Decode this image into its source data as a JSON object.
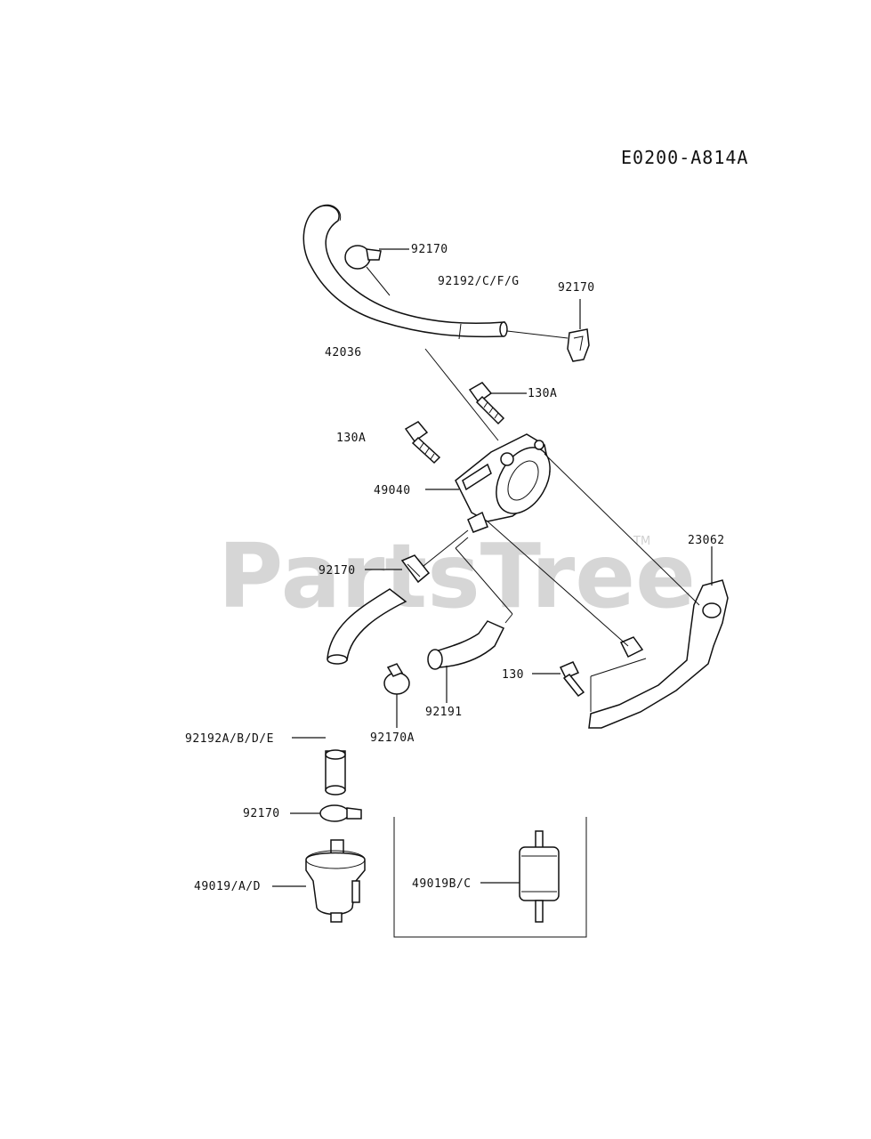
{
  "diagram_code": "E0200-A814A",
  "watermark": {
    "text": "PartsTree",
    "tm": "TM"
  },
  "labels": {
    "clamp_top": "92170",
    "hose_top": "92192/C/F/G",
    "clip_right": "92170",
    "pipe": "42036",
    "bolt_upper": "130A",
    "bolt_left": "130A",
    "pump": "49040",
    "bracket": "23062",
    "clip_mid": "92170",
    "bolt_130": "130",
    "hose_elbow": "92191",
    "hose_left": "92192A/B/D/E",
    "clamp_a": "92170A",
    "clamp_low": "92170",
    "filter_a": "49019/A/D",
    "filter_b": "49019B/C"
  }
}
